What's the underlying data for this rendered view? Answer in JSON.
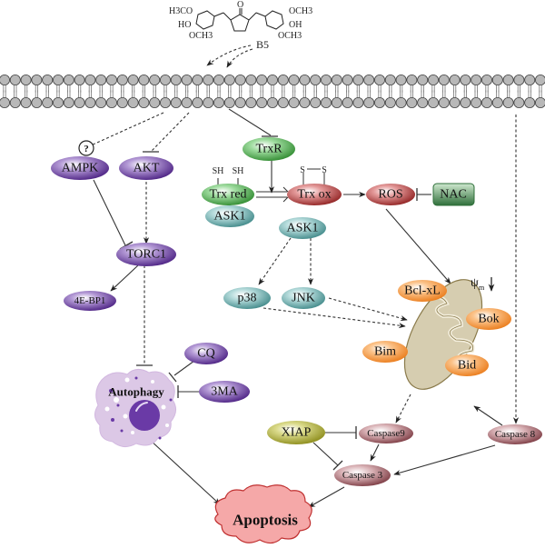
{
  "compound": {
    "name": "B5",
    "groups": {
      "top_left": "H3CO",
      "mid_left": "HO",
      "bottom_left": "OCH3",
      "top_right": "OCH3",
      "mid_right": "OH",
      "bottom_right": "OCH3",
      "ketone": "O"
    }
  },
  "nodes": {
    "question": "?",
    "ampk": "AMPK",
    "akt": "AKT",
    "torc1": "TORC1",
    "eif4ebp1": "4E-BP1",
    "trxr": "TrxR",
    "sh1": "SH",
    "sh2": "SH",
    "trx_red": "Trx red",
    "ask1_bound": "ASK1",
    "s1": "S",
    "s2": "S",
    "trx_ox": "Trx ox",
    "ros": "ROS",
    "nac": "NAC",
    "ask1_free": "ASK1",
    "p38": "p38",
    "jnk": "JNK",
    "bclxl": "Bcl-xL",
    "psi": "ψ",
    "psi_sub": "m",
    "bok": "Bok",
    "bim": "Bim",
    "bid": "Bid",
    "cq": "CQ",
    "mma": "3MA",
    "autophagy": "Autophagy",
    "xiap": "XIAP",
    "caspase9": "Caspase9",
    "caspase8": "Caspase 8",
    "caspase3": "Caspase 3",
    "apoptosis": "Apoptosis"
  },
  "colors": {
    "purple": "#5b2d91",
    "green": "#3a9a3a",
    "teal": "#4f9a9a",
    "red": "#a02828",
    "dark_green": "#2f6f3a",
    "orange": "#f0892a",
    "olive": "#9a9a22",
    "maroon": "#8a4a50",
    "apoptosis_fill": "#f5a8a8",
    "apoptosis_stroke": "#c03030",
    "membrane": "#b8b8b8"
  }
}
